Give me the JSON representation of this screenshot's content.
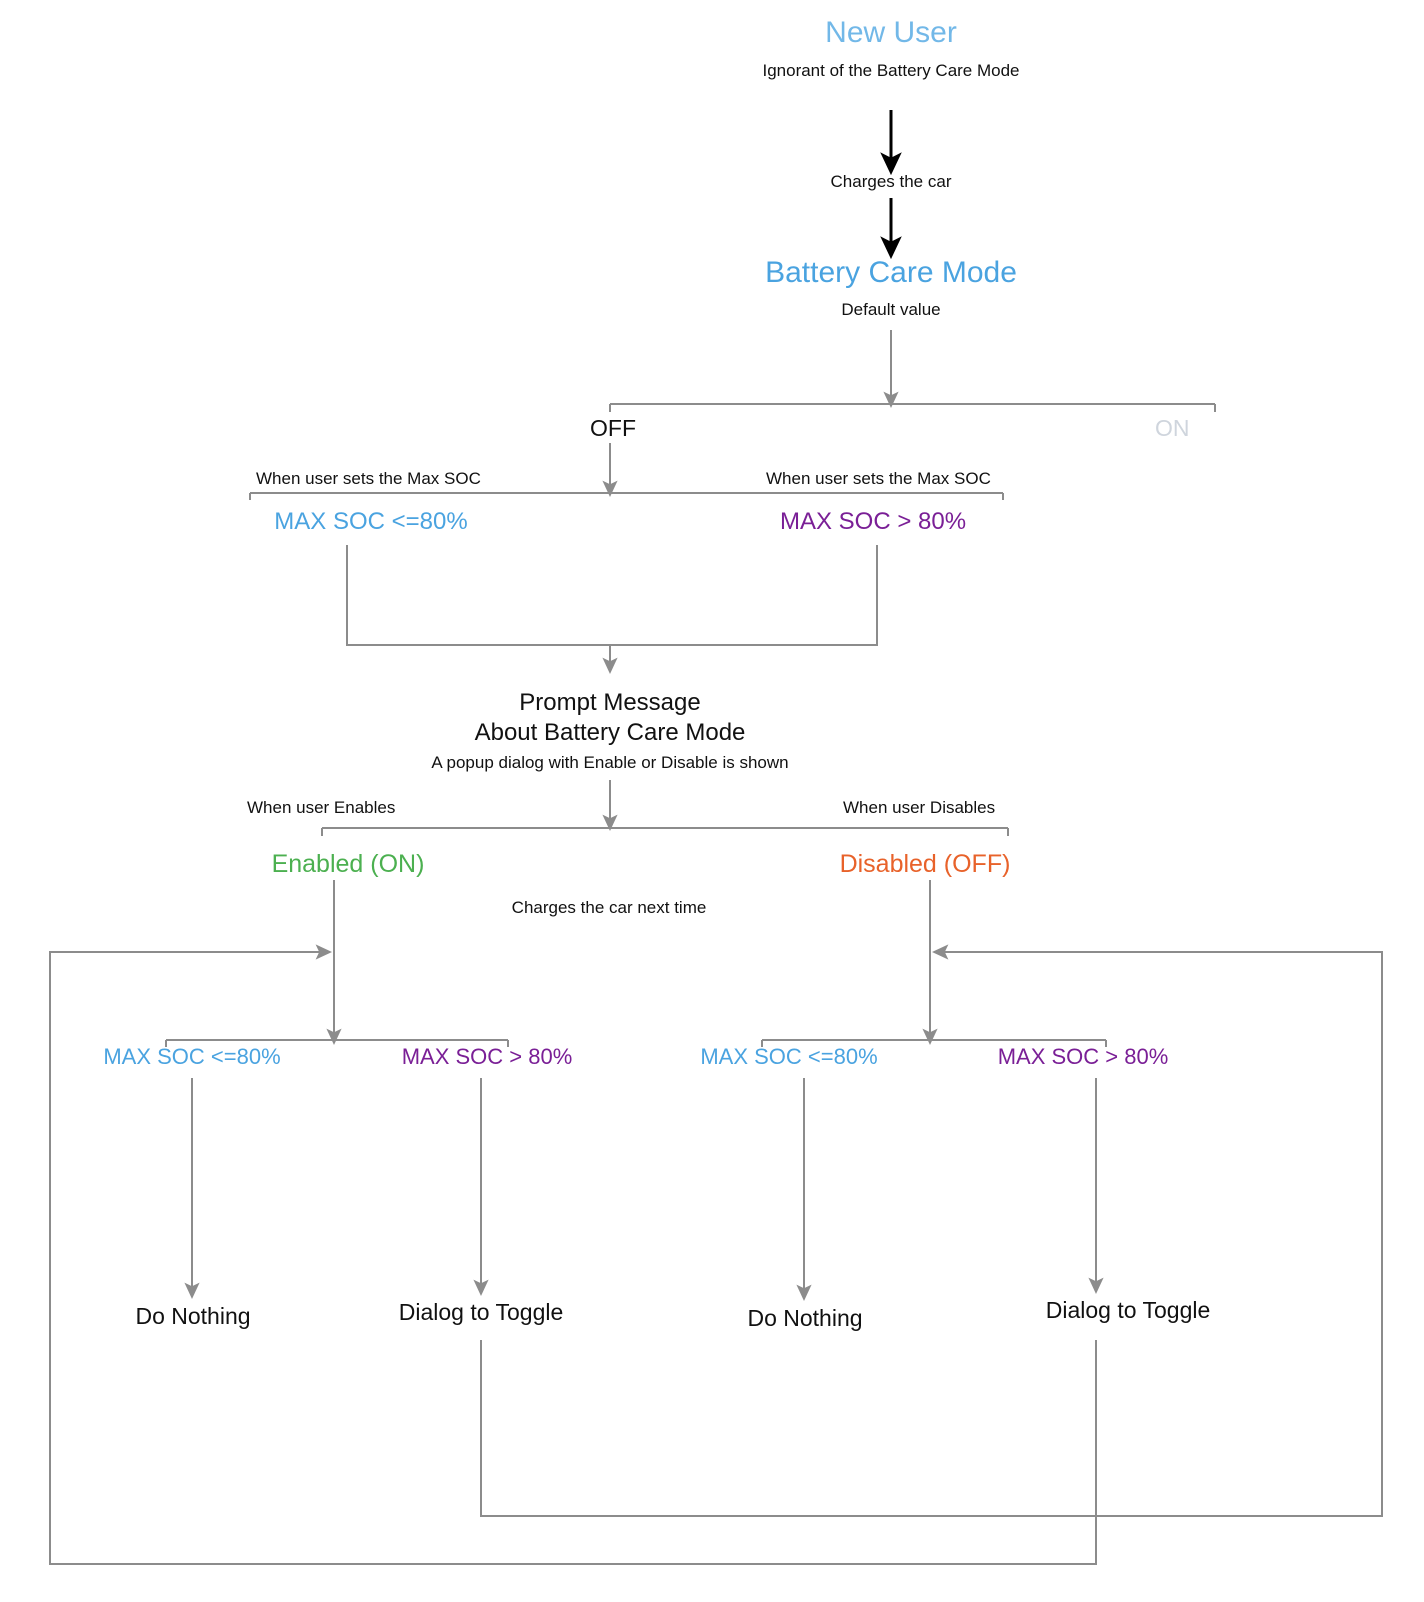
{
  "diagram": {
    "title": "Battery Care Mode user flow",
    "colors": {
      "heading_blue": "#72b8e8",
      "node_blue": "#4aa3e0",
      "node_purple": "#7a1f96",
      "enabled_green": "#4cb050",
      "disabled_orange": "#e8622a",
      "disabled_gray": "#cfd5dd",
      "edge_black": "#000000",
      "edge_gray": "#8c8c8c",
      "text_black": "#111111"
    },
    "nodes": {
      "new_user": {
        "label": "New User",
        "sublabel": "Ignorant of the Battery Care Mode"
      },
      "charges_the_car": {
        "label": "Charges the car"
      },
      "battery_care_mode": {
        "label": "Battery Care Mode",
        "sublabel": "Default value"
      },
      "state_off": {
        "label": "OFF"
      },
      "state_on": {
        "label": "ON"
      },
      "sets_max_soc_left": {
        "label": "When user sets the Max SOC"
      },
      "sets_max_soc_right": {
        "label": "When user sets the Max SOC"
      },
      "max_soc_low_1": {
        "label": "MAX SOC <=80%"
      },
      "max_soc_high_1": {
        "label": "MAX SOC > 80%"
      },
      "prompt_message": {
        "line1": "Prompt Message",
        "line2": "About Battery Care Mode",
        "sublabel": "A popup dialog with Enable or Disable is shown"
      },
      "when_user_enables": {
        "label": "When user Enables"
      },
      "when_user_disables": {
        "label": "When user Disables"
      },
      "enabled_on": {
        "label": "Enabled (ON)"
      },
      "disabled_off": {
        "label": "Disabled (OFF)"
      },
      "charges_next_time": {
        "label": "Charges the car next time"
      },
      "max_soc_low_enabled": {
        "label": "MAX SOC <=80%"
      },
      "max_soc_high_enabled": {
        "label": "MAX SOC > 80%"
      },
      "max_soc_low_disabled": {
        "label": "MAX SOC <=80%"
      },
      "max_soc_high_disabled": {
        "label": "MAX SOC > 80%"
      },
      "do_nothing_enabled": {
        "label": "Do Nothing"
      },
      "dialog_to_toggle_enabled": {
        "label": "Dialog to Toggle"
      },
      "do_nothing_disabled": {
        "label": "Do Nothing"
      },
      "dialog_to_toggle_disabled": {
        "label": "Dialog to Toggle"
      }
    }
  }
}
